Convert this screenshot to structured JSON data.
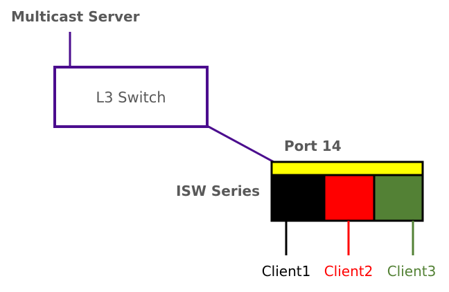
{
  "server": {
    "label": "Multicast Server"
  },
  "l3_switch": {
    "label": "L3 Switch"
  },
  "isw": {
    "port_label": "Port 14",
    "series_label": "ISW Series"
  },
  "clients": [
    {
      "label": "Client1",
      "color": "#000000"
    },
    {
      "label": "Client2",
      "color": "#ff0000"
    },
    {
      "label": "Client3",
      "color": "#538135"
    }
  ],
  "colors": {
    "link": "#4b0d8e",
    "port_bar": "#ffff00",
    "label_gray": "#595959"
  }
}
